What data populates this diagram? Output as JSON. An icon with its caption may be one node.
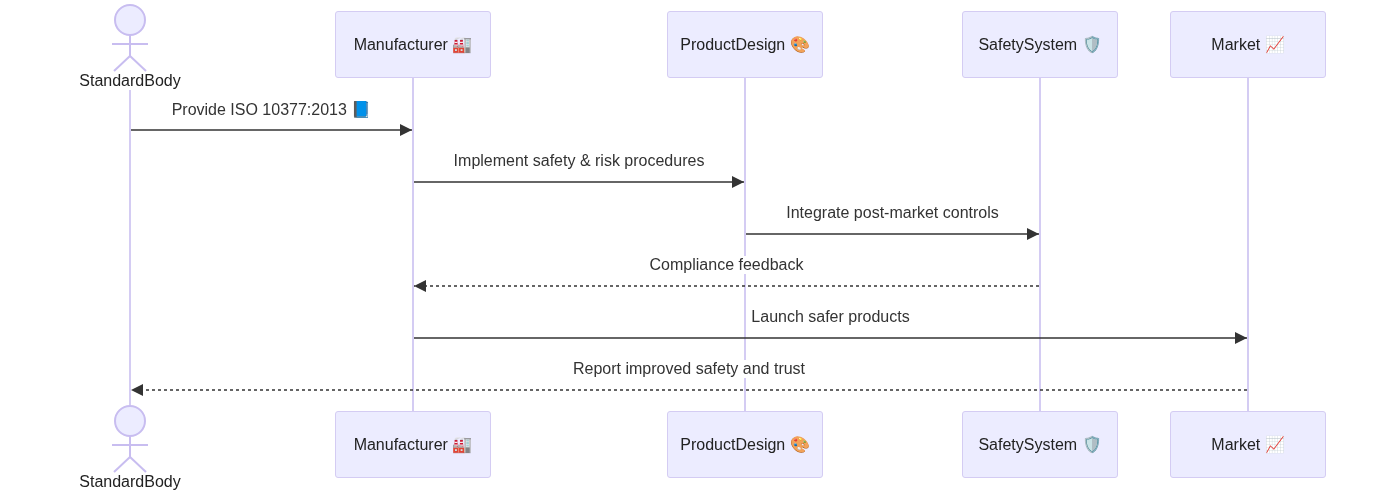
{
  "diagram": {
    "nodes": [
      {
        "text": [
          "StandardBody"
        ]
      },
      {
        "text": [
          "Manufacturer 🏭"
        ]
      },
      {
        "text": [
          "ProductDesign 🎨"
        ]
      },
      {
        "text": [
          "SafetySystem 🛡️"
        ]
      },
      {
        "text": [
          "Market 📈"
        ]
      },
      {
        "text": [],
        "shape": "line"
      },
      {
        "text": [],
        "shape": "line"
      },
      {
        "text": [],
        "shape": "line"
      },
      {
        "text": [],
        "shape": "line"
      },
      {
        "text": [],
        "shape": "line"
      },
      {
        "text": [
          "StandardBody"
        ]
      },
      {
        "text": [
          "Manufacturer 🏭"
        ]
      },
      {
        "text": [
          "ProductDesign 🎨"
        ]
      },
      {
        "text": [
          "SafetySystem 🛡️"
        ]
      },
      {
        "text": [
          "Market 📈"
        ]
      }
    ],
    "edges": [
      {
        "from": 5,
        "to": 6,
        "arrow": "to",
        "label": "Provide ISO 10377:2013 📘"
      },
      {
        "from": 6,
        "to": 7,
        "arrow": "to",
        "label": "Implement safety & risk procedures"
      },
      {
        "from": 7,
        "to": 8,
        "arrow": "to",
        "label": "Integrate post-market controls"
      },
      {
        "from": 8,
        "to": 6,
        "arrow": "to",
        "label": "Compliance feedback",
        "style": "dashed"
      },
      {
        "from": 6,
        "to": 9,
        "arrow": "to",
        "label": "Launch safer products"
      },
      {
        "from": 9,
        "to": 5,
        "arrow": "to",
        "label": "Report improved safety and trust",
        "style": "dashed"
      }
    ]
  }
}
